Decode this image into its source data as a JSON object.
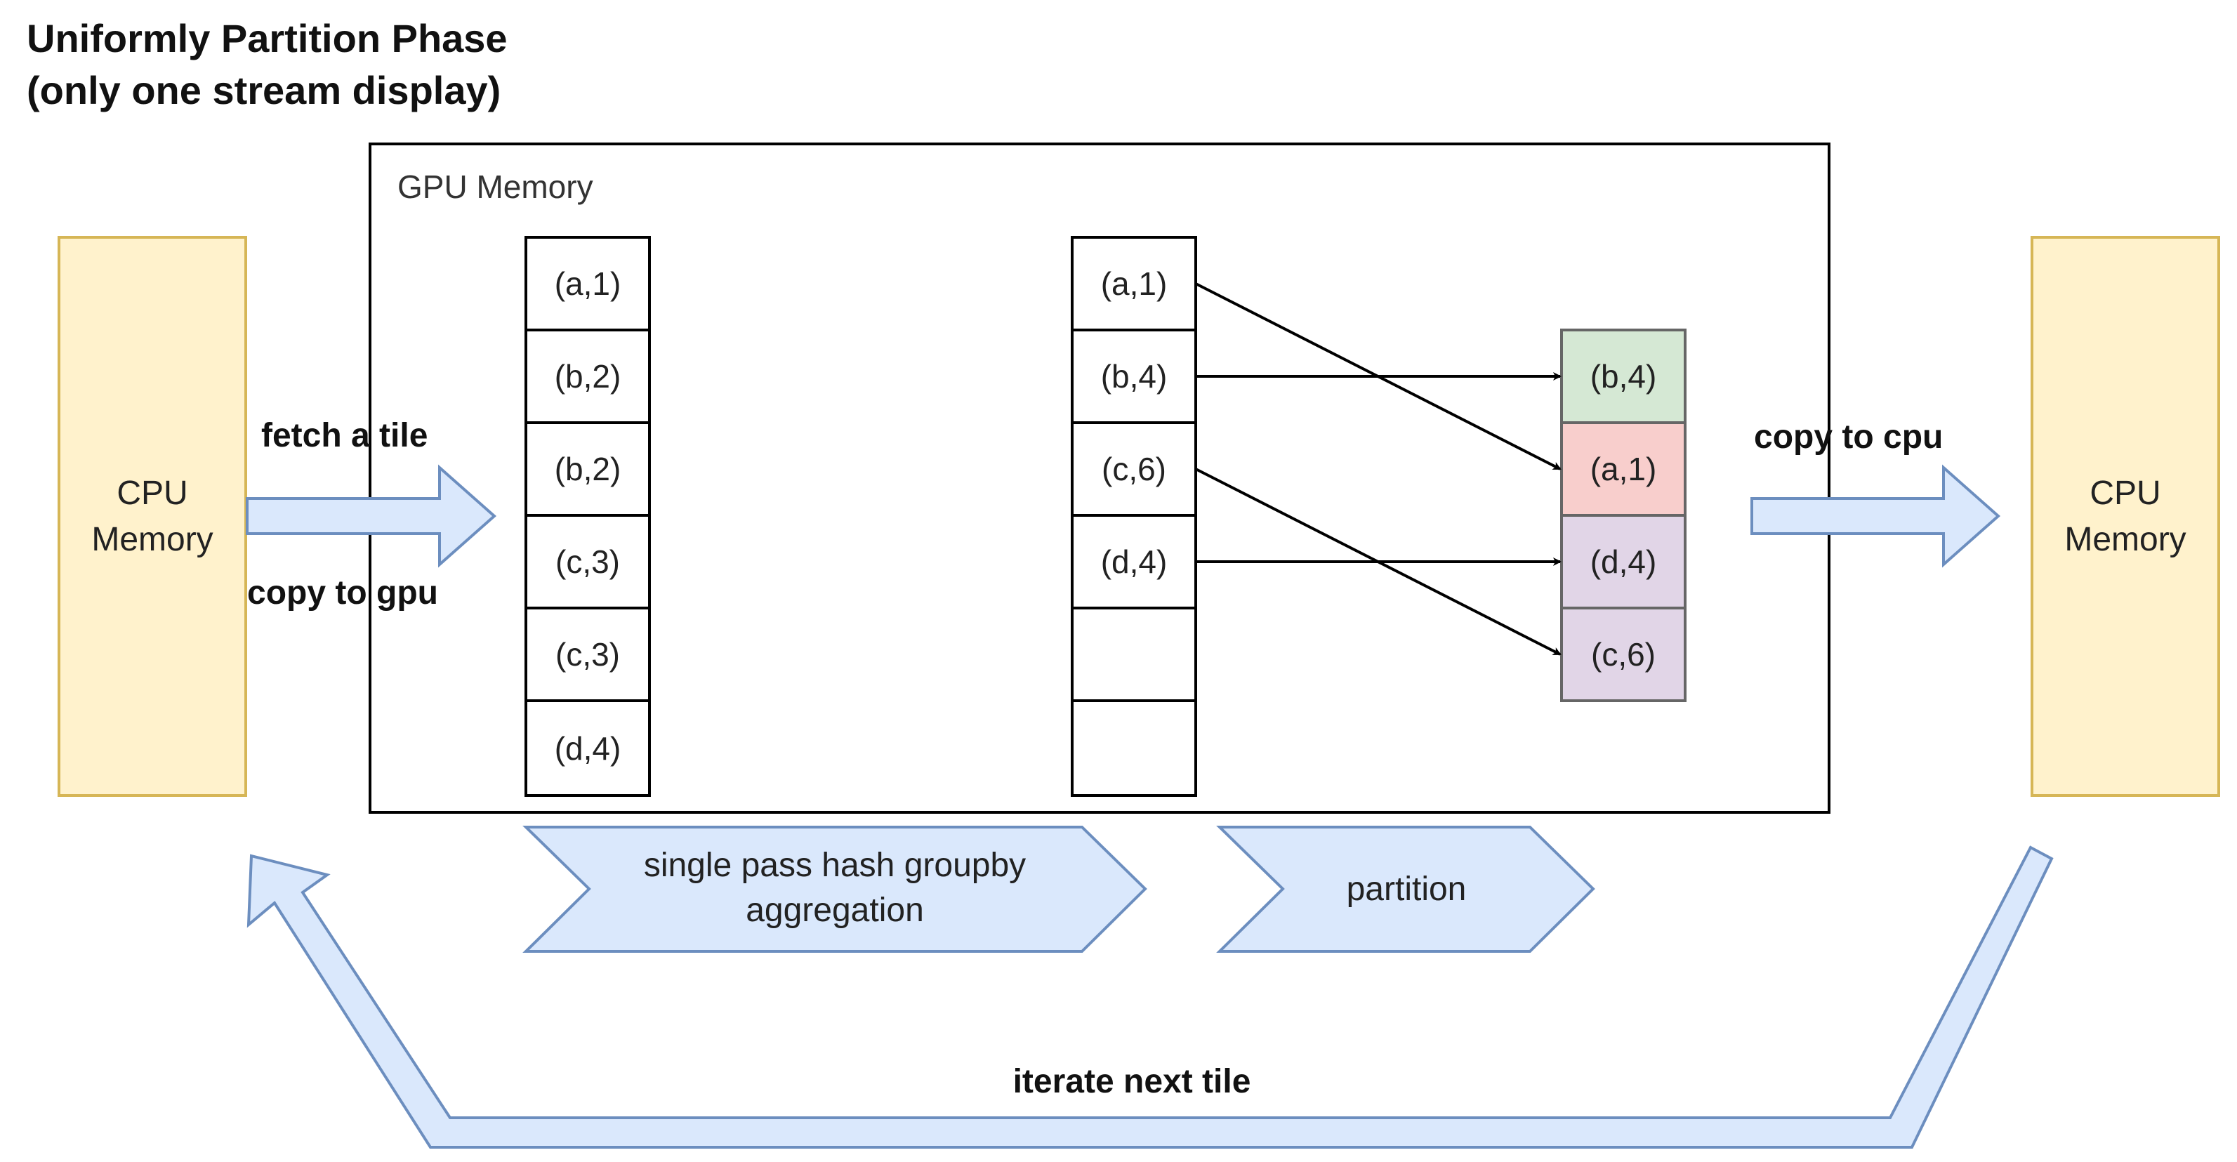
{
  "title": {
    "line1": "Uniformly Partition Phase",
    "line2": "(only one stream display)"
  },
  "gpu_memory_label": "GPU Memory",
  "cpu_memory_left": {
    "line1": "CPU",
    "line2": "Memory"
  },
  "cpu_memory_right": {
    "line1": "CPU",
    "line2": "Memory"
  },
  "input_tile": [
    "(a,1)",
    "(b,2)",
    "(b,2)",
    "(c,3)",
    "(c,3)",
    "(d,4)"
  ],
  "aggregated_tile": [
    "(a,1)",
    "(b,4)",
    "(c,6)",
    "(d,4)",
    "",
    ""
  ],
  "partitioned_tile": [
    "(b,4)",
    "(a,1)",
    "(d,4)",
    "(c,6)"
  ],
  "arrow_labels": {
    "fetch_tile": "fetch a tile",
    "copy_to_gpu": "copy to gpu",
    "copy_to_cpu": "copy to cpu",
    "iterate": "iterate next tile"
  },
  "steps": {
    "groupby": {
      "line1": "single pass hash groupby",
      "line2": "aggregation"
    },
    "partition": "partition"
  },
  "colors": {
    "cpu_fill": "#fff2cc",
    "cpu_stroke": "#d6b656",
    "arrow_fill": "#dae8fc",
    "arrow_stroke": "#6c8ebf",
    "partition_b": "#d5e8d4",
    "partition_a": "#f8cecc",
    "partition_d": "#e1d5e7",
    "partition_c": "#e1d5e7",
    "cell_stroke": "#000000",
    "partition_cell_stroke": "#666666"
  },
  "icons": [
    "arrow-right-icon",
    "arrow-head-icon"
  ]
}
